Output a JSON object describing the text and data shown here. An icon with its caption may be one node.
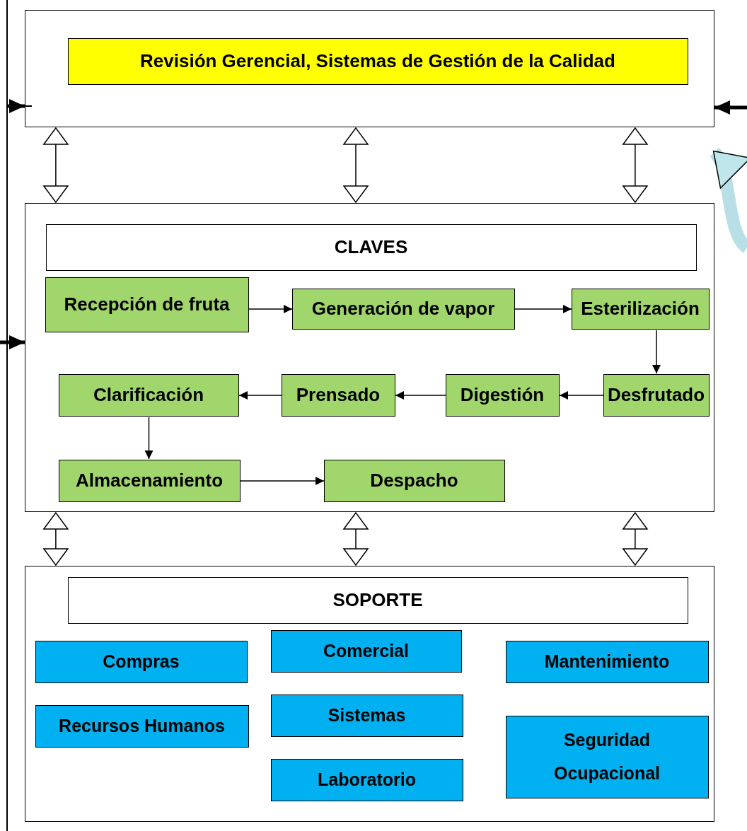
{
  "diagram": {
    "nodes": [
      {
        "text": [],
        "shape": "box"
      },
      {
        "text": [
          "Revisión Gerencial, Sistemas de Gestión de la Calidad"
        ],
        "in": 0
      },
      {
        "text": [],
        "shape": "box"
      },
      {
        "text": [
          "CLAVES"
        ],
        "in": 2
      },
      {
        "text": [
          "Recepción de fruta"
        ],
        "in": 2
      },
      {
        "text": [
          "Generación de vapor"
        ],
        "in": 2
      },
      {
        "text": [
          "Esterilización"
        ],
        "in": 2
      },
      {
        "text": [
          "Desfrutado"
        ],
        "in": 2
      },
      {
        "text": [
          "Digestión"
        ],
        "in": 2
      },
      {
        "text": [
          "Prensado"
        ],
        "in": 2
      },
      {
        "text": [
          "Clarificación"
        ],
        "in": 2
      },
      {
        "text": [
          "Almacenamiento"
        ],
        "in": 2
      },
      {
        "text": [
          "Despacho"
        ],
        "in": 2
      },
      {
        "text": [],
        "shape": "box"
      },
      {
        "text": [
          "SOPORTE"
        ],
        "in": 13
      },
      {
        "text": [
          "Compras"
        ],
        "in": 13
      },
      {
        "text": [
          "Comercial"
        ],
        "in": 13
      },
      {
        "text": [
          "Mantenimiento"
        ],
        "in": 13
      },
      {
        "text": [
          "Recursos Humanos"
        ],
        "in": 13
      },
      {
        "text": [
          "Sistemas"
        ],
        "in": 13
      },
      {
        "text": [
          "Seguridad Ocupacional"
        ],
        "in": 13
      },
      {
        "text": [
          "Laboratorio"
        ],
        "in": 13
      }
    ],
    "edges": [
      {
        "from": 4,
        "to": 5,
        "arrow": "to"
      },
      {
        "from": 5,
        "to": 6,
        "arrow": "to"
      },
      {
        "from": 6,
        "to": 7,
        "arrow": "to"
      },
      {
        "from": 7,
        "to": 8,
        "arrow": "to"
      },
      {
        "from": 8,
        "to": 9,
        "arrow": "to"
      },
      {
        "from": 9,
        "to": 10,
        "arrow": "to"
      },
      {
        "from": 10,
        "to": 11,
        "arrow": "to"
      },
      {
        "from": 11,
        "to": 12,
        "arrow": "to"
      },
      {
        "from": 0,
        "to": 2,
        "arrow": "both"
      },
      {
        "from": 0,
        "to": 2,
        "arrow": "both"
      },
      {
        "from": 0,
        "to": 2,
        "arrow": "both"
      },
      {
        "from": 2,
        "to": 13,
        "arrow": "both"
      },
      {
        "from": 2,
        "to": 13,
        "arrow": "both"
      },
      {
        "from": 2,
        "to": 13,
        "arrow": "both"
      },
      {
        "from": null,
        "to": 0,
        "arrow": "to",
        "style": "thick"
      },
      {
        "from": null,
        "to": 0,
        "arrow": "to",
        "style": "thick"
      },
      {
        "from": null,
        "to": 2,
        "arrow": "to",
        "style": "thick"
      },
      {
        "from": null,
        "to": 0,
        "arrow": "to",
        "style": "thick",
        "color": "#b9dfe6"
      }
    ]
  }
}
